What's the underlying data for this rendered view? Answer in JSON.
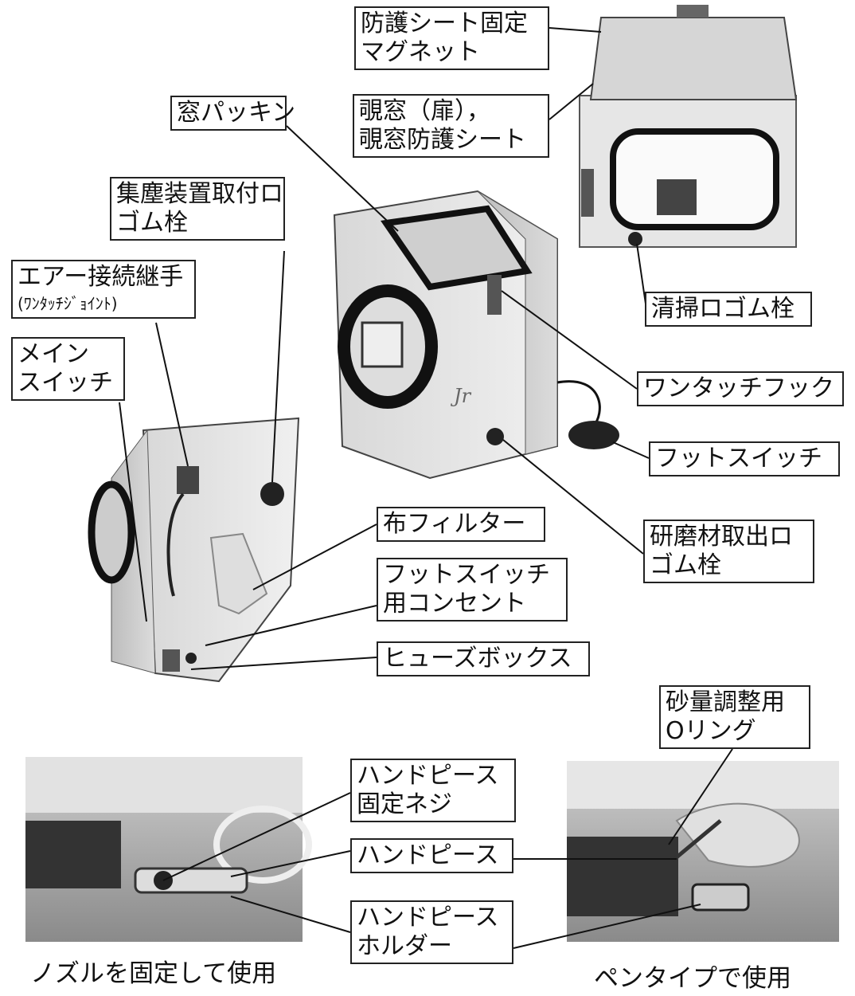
{
  "labels": {
    "magnet": [
      "防護シート固定",
      "マグネット"
    ],
    "window_door": [
      "覗窓（扉），",
      "覗窓防護シート"
    ],
    "window_packing": [
      "窓パッキン"
    ],
    "dust_port": [
      "集塵装置取付ロ",
      "ゴム栓"
    ],
    "air_joint": [
      "エアー接続継手",
      "(ﾜﾝﾀｯﾁｼﾞｮｲﾝﾄ)"
    ],
    "main_switch": [
      "メイン",
      "スイッチ"
    ],
    "cleaning_port": [
      "清掃ロゴム栓"
    ],
    "one_touch_hook": [
      "ワンタッチフック"
    ],
    "foot_switch": [
      "フットスイッチ"
    ],
    "abrasive_outlet": [
      "研磨材取出ロ",
      "ゴム栓"
    ],
    "cloth_filter": [
      "布フィルター"
    ],
    "foot_outlet": [
      "フットスイッチ",
      "用コンセント"
    ],
    "fuse_box": [
      "ヒューズボックス"
    ],
    "sand_oring": [
      "砂量調整用",
      "Oリング"
    ],
    "handpiece_screw": [
      "ハンドピース",
      "固定ネジ"
    ],
    "handpiece": [
      "ハンドピース"
    ],
    "handpiece_holder": [
      "ハンドピース",
      "ホルダー"
    ]
  },
  "captions": {
    "left": "ノズルを固定して使用",
    "right": "ペンタイプで使用"
  },
  "logo_text": "Jr"
}
